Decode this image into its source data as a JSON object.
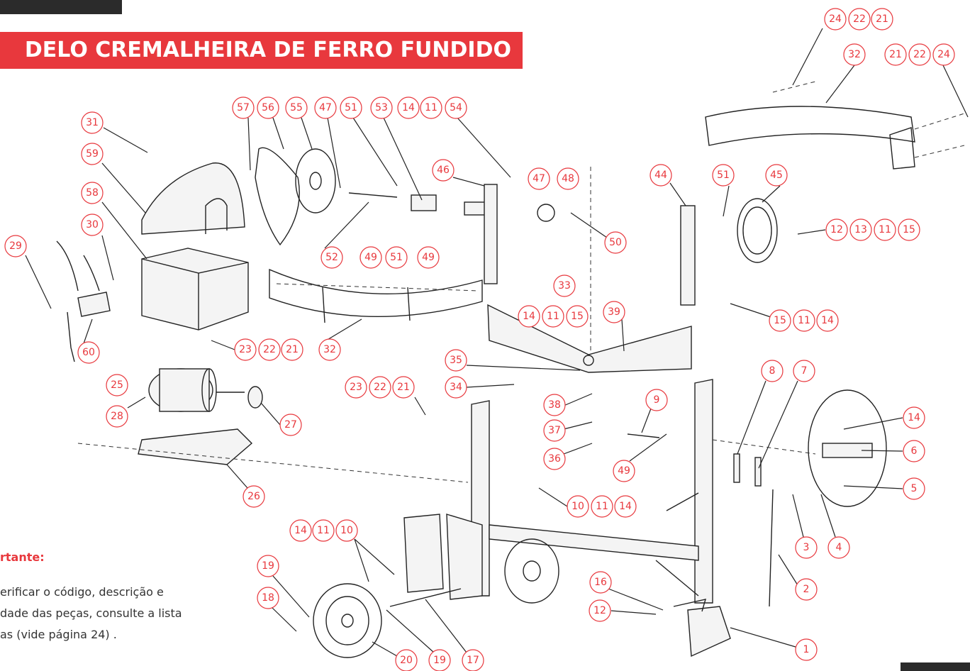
{
  "title": "DELO CREMALHEIRA DE FERRO FUNDIDO",
  "note": {
    "heading": "rtante:",
    "lines": [
      "erificar  o  código,  descrição  e",
      "dade das peças, consulte a lista",
      "as (vide página 24) ."
    ]
  },
  "callouts": [
    "24",
    "22",
    "21",
    "32",
    "21",
    "22",
    "24",
    "57",
    "56",
    "55",
    "47",
    "51",
    "53",
    "14",
    "11",
    "54",
    "31",
    "59",
    "58",
    "30",
    "29",
    "46",
    "47",
    "48",
    "44",
    "51",
    "45",
    "12",
    "13",
    "11",
    "15",
    "52",
    "49",
    "51",
    "49",
    "50",
    "33",
    "14",
    "11",
    "15",
    "39",
    "15",
    "11",
    "14",
    "23",
    "22",
    "21",
    "32",
    "60",
    "35",
    "34",
    "25",
    "28",
    "27",
    "23",
    "22",
    "21",
    "38",
    "37",
    "36",
    "9",
    "8",
    "7",
    "14",
    "6",
    "5",
    "49",
    "26",
    "10",
    "11",
    "14",
    "14",
    "11",
    "10",
    "3",
    "4",
    "19",
    "2",
    "16",
    "18",
    "12",
    "1",
    "20",
    "19",
    "17"
  ],
  "colors": {
    "accent": "#e8383d",
    "ink": "#222222",
    "banner_text": "#ffffff"
  }
}
